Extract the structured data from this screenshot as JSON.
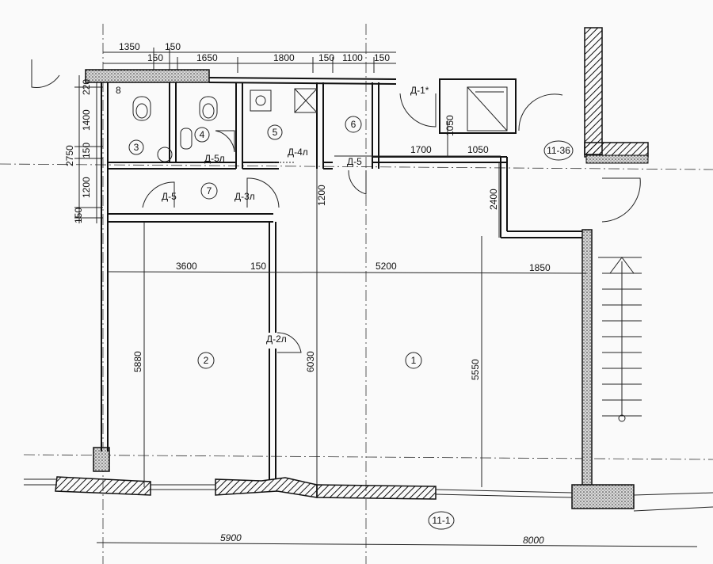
{
  "dimensions": {
    "top_row": [
      "1350",
      "150",
      "150",
      "1650",
      "1800",
      "150",
      "1100",
      "150"
    ],
    "left_col": [
      "220",
      "1400",
      "2750",
      "150",
      "1200",
      "150"
    ],
    "mid": [
      "1700",
      "1050",
      "1050",
      "2400",
      "1200"
    ],
    "row_3600": "3600",
    "row_150": "150",
    "row_5200": "5200",
    "row_1850": "1850",
    "v_5880": "5880",
    "v_6030": "6030",
    "v_5550": "5550",
    "bottom": [
      "5900",
      "8000"
    ]
  },
  "rooms": [
    "1",
    "2",
    "3",
    "4",
    "5",
    "6",
    "7"
  ],
  "doors": {
    "d1": "Д-1*",
    "d5a": "Д-5",
    "d5b": "Д-5",
    "d5l": "Д-5л",
    "d4l": "Д-4л",
    "d3l": "Д-3л",
    "d2l": "Д-2л"
  },
  "axes": {
    "a1136": "11-36",
    "a111": "11-1"
  },
  "marks": {
    "b": "8"
  }
}
